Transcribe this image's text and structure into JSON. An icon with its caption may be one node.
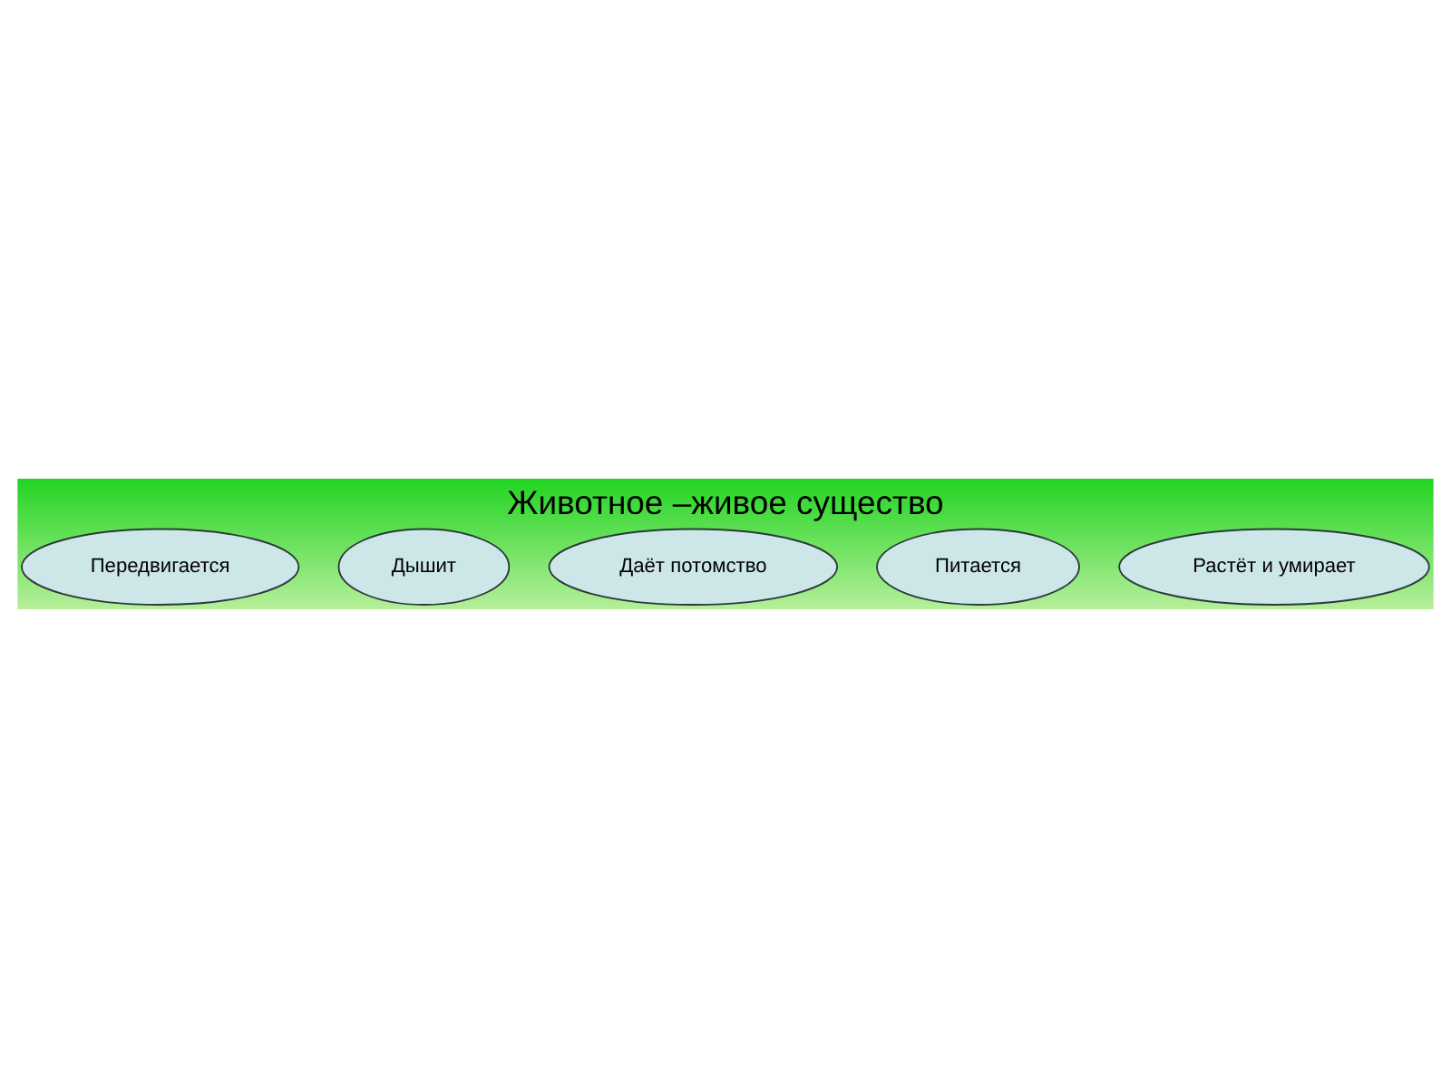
{
  "diagram": {
    "title": "Животное –живое существо",
    "nodes": [
      {
        "text": [
          "Передвигается"
        ]
      },
      {
        "text": [
          "Дышит"
        ]
      },
      {
        "text": [
          "Даёт потомство"
        ]
      },
      {
        "text": [
          "Питается"
        ]
      },
      {
        "text": [
          "Растёт и умирает"
        ]
      }
    ]
  }
}
